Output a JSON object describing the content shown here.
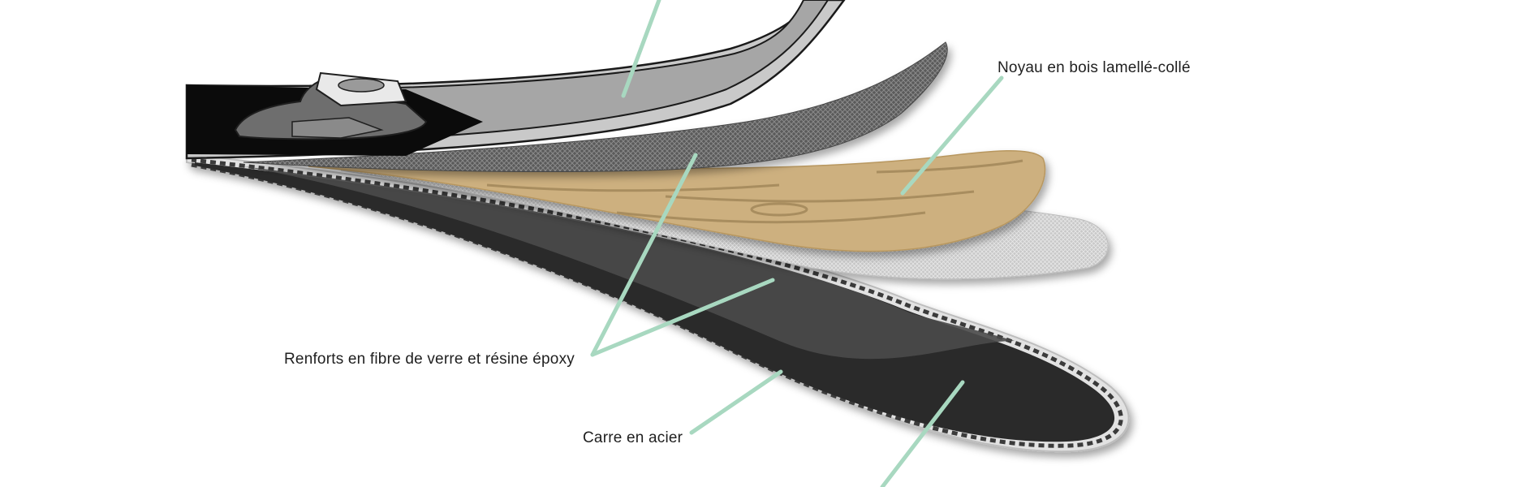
{
  "labels": {
    "core": "Noyau en bois lamellé-collé",
    "reinforcement": "Renforts en fibre de verre et résine époxy",
    "edge": "Carre en acier"
  },
  "colors": {
    "leader_line": "#a8d8c0",
    "wood_core": "#cdb07f",
    "top_sheet": "#a6a6a6",
    "base": "#2b2b2b",
    "binding": "#0b0b0b"
  }
}
